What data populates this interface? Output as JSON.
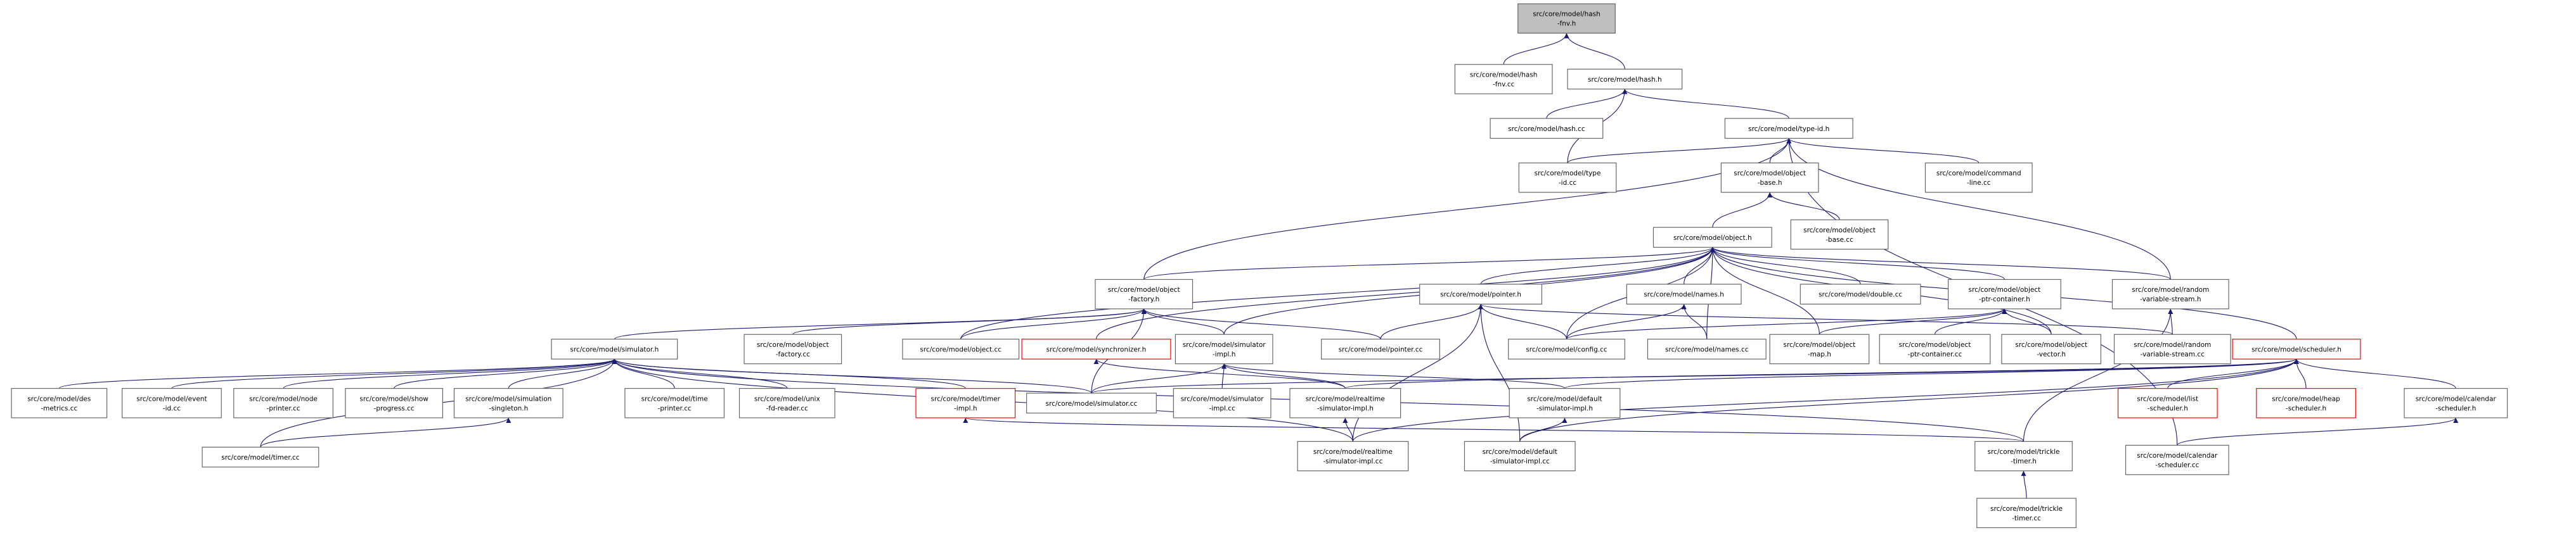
{
  "colors": {
    "edge": "#191970",
    "node_border": "#666666",
    "node_border_incomplete": "#ff0000",
    "root_fill": "#bfbfbf",
    "node_fill": "#ffffff"
  },
  "nodes": [
    {
      "id": "fnv_h",
      "lines": [
        "src/core/model/hash",
        "-fnv.h"
      ],
      "style": "root"
    },
    {
      "id": "fnv_cc",
      "lines": [
        "src/core/model/hash",
        "-fnv.cc"
      ],
      "style": "normal"
    },
    {
      "id": "hash_h",
      "lines": [
        "src/core/model/hash.h"
      ],
      "style": "normal"
    },
    {
      "id": "hash_cc",
      "lines": [
        "src/core/model/hash.cc"
      ],
      "style": "normal"
    },
    {
      "id": "typeid_h",
      "lines": [
        "src/core/model/type-id.h"
      ],
      "style": "normal"
    },
    {
      "id": "typeid_cc",
      "lines": [
        "src/core/model/type",
        "-id.cc"
      ],
      "style": "normal"
    },
    {
      "id": "objbase_h",
      "lines": [
        "src/core/model/object",
        "-base.h"
      ],
      "style": "normal"
    },
    {
      "id": "cmdline_cc",
      "lines": [
        "src/core/model/command",
        "-line.cc"
      ],
      "style": "normal"
    },
    {
      "id": "objbase_cc",
      "lines": [
        "src/core/model/object",
        "-base.cc"
      ],
      "style": "normal"
    },
    {
      "id": "object_h",
      "lines": [
        "src/core/model/object.h"
      ],
      "style": "normal"
    },
    {
      "id": "objfactory_h",
      "lines": [
        "src/core/model/object",
        "-factory.h"
      ],
      "style": "normal"
    },
    {
      "id": "pointer_h",
      "lines": [
        "src/core/model/pointer.h"
      ],
      "style": "normal"
    },
    {
      "id": "names_h",
      "lines": [
        "src/core/model/names.h"
      ],
      "style": "normal"
    },
    {
      "id": "double_cc",
      "lines": [
        "src/core/model/double.cc"
      ],
      "style": "normal"
    },
    {
      "id": "ptrcontainer_h",
      "lines": [
        "src/core/model/object",
        "-ptr-container.h"
      ],
      "style": "normal"
    },
    {
      "id": "randvar_h",
      "lines": [
        "src/core/model/random",
        "-variable-stream.h"
      ],
      "style": "normal"
    },
    {
      "id": "simulator_h",
      "lines": [
        "src/core/model/simulator.h"
      ],
      "style": "normal"
    },
    {
      "id": "objfactory_cc",
      "lines": [
        "src/core/model/object",
        "-factory.cc"
      ],
      "style": "normal"
    },
    {
      "id": "object_cc",
      "lines": [
        "src/core/model/object.cc"
      ],
      "style": "normal"
    },
    {
      "id": "synchronizer_h",
      "lines": [
        "src/core/model/synchronizer.h"
      ],
      "style": "incomplete"
    },
    {
      "id": "simimpl_h",
      "lines": [
        "src/core/model/simulator",
        "-impl.h"
      ],
      "style": "normal"
    },
    {
      "id": "pointer_cc",
      "lines": [
        "src/core/model/pointer.cc"
      ],
      "style": "normal"
    },
    {
      "id": "config_cc",
      "lines": [
        "src/core/model/config.cc"
      ],
      "style": "normal"
    },
    {
      "id": "names_cc",
      "lines": [
        "src/core/model/names.cc"
      ],
      "style": "normal"
    },
    {
      "id": "objmap_h",
      "lines": [
        "src/core/model/object",
        "-map.h"
      ],
      "style": "normal"
    },
    {
      "id": "ptrcontainer_cc",
      "lines": [
        "src/core/model/object",
        "-ptr-container.cc"
      ],
      "style": "normal"
    },
    {
      "id": "objvector_h",
      "lines": [
        "src/core/model/object",
        "-vector.h"
      ],
      "style": "normal"
    },
    {
      "id": "randvar_cc",
      "lines": [
        "src/core/model/random",
        "-variable-stream.cc"
      ],
      "style": "normal"
    },
    {
      "id": "scheduler_h",
      "lines": [
        "src/core/model/scheduler.h"
      ],
      "style": "incomplete"
    },
    {
      "id": "des_cc",
      "lines": [
        "src/core/model/des",
        "-metrics.cc"
      ],
      "style": "normal"
    },
    {
      "id": "eventid_cc",
      "lines": [
        "src/core/model/event",
        "-id.cc"
      ],
      "style": "normal"
    },
    {
      "id": "nodeprinter_cc",
      "lines": [
        "src/core/model/node",
        "-printer.cc"
      ],
      "style": "normal"
    },
    {
      "id": "showprogress_cc",
      "lines": [
        "src/core/model/show",
        "-progress.cc"
      ],
      "style": "normal"
    },
    {
      "id": "simsingleton_h",
      "lines": [
        "src/core/model/simulation",
        "-singleton.h"
      ],
      "style": "normal"
    },
    {
      "id": "timeprinter_cc",
      "lines": [
        "src/core/model/time",
        "-printer.cc"
      ],
      "style": "normal"
    },
    {
      "id": "unixfd_cc",
      "lines": [
        "src/core/model/unix",
        "-fd-reader.cc"
      ],
      "style": "normal"
    },
    {
      "id": "timerimpl_h",
      "lines": [
        "src/core/model/timer",
        "-impl.h"
      ],
      "style": "incomplete"
    },
    {
      "id": "simulator_cc",
      "lines": [
        "src/core/model/simulator.cc"
      ],
      "style": "normal"
    },
    {
      "id": "simimpl_cc",
      "lines": [
        "src/core/model/simulator",
        "-impl.cc"
      ],
      "style": "normal"
    },
    {
      "id": "rtsimimpl_h",
      "lines": [
        "src/core/model/realtime",
        "-simulator-impl.h"
      ],
      "style": "normal"
    },
    {
      "id": "defsimimpl_h",
      "lines": [
        "src/core/model/default",
        "-simulator-impl.h"
      ],
      "style": "normal"
    },
    {
      "id": "listsched_h",
      "lines": [
        "src/core/model/list",
        "-scheduler.h"
      ],
      "style": "incomplete"
    },
    {
      "id": "heapsched_h",
      "lines": [
        "src/core/model/heap",
        "-scheduler.h"
      ],
      "style": "incomplete"
    },
    {
      "id": "calsched_h",
      "lines": [
        "src/core/model/calendar",
        "-scheduler.h"
      ],
      "style": "normal"
    },
    {
      "id": "timer_cc",
      "lines": [
        "src/core/model/timer.cc"
      ],
      "style": "normal"
    },
    {
      "id": "rtsimimpl_cc",
      "lines": [
        "src/core/model/realtime",
        "-simulator-impl.cc"
      ],
      "style": "normal"
    },
    {
      "id": "defsimimpl_cc",
      "lines": [
        "src/core/model/default",
        "-simulator-impl.cc"
      ],
      "style": "normal"
    },
    {
      "id": "trickle_h",
      "lines": [
        "src/core/model/trickle",
        "-timer.h"
      ],
      "style": "normal"
    },
    {
      "id": "calsched_cc",
      "lines": [
        "src/core/model/calendar",
        "-scheduler.cc"
      ],
      "style": "normal"
    },
    {
      "id": "trickle_cc",
      "lines": [
        "src/core/model/trickle",
        "-timer.cc"
      ],
      "style": "normal"
    }
  ],
  "edges": [
    [
      "fnv_h",
      "fnv_cc"
    ],
    [
      "fnv_h",
      "hash_h"
    ],
    [
      "hash_h",
      "hash_cc"
    ],
    [
      "hash_h",
      "typeid_h"
    ],
    [
      "hash_h",
      "typeid_cc"
    ],
    [
      "typeid_h",
      "typeid_cc"
    ],
    [
      "typeid_h",
      "objbase_h"
    ],
    [
      "typeid_h",
      "cmdline_cc"
    ],
    [
      "typeid_h",
      "objfactory_h"
    ],
    [
      "typeid_h",
      "randvar_h"
    ],
    [
      "typeid_h",
      "calsched_cc"
    ],
    [
      "objbase_h",
      "object_h"
    ],
    [
      "objbase_h",
      "objbase_cc"
    ],
    [
      "object_h",
      "objfactory_h"
    ],
    [
      "object_h",
      "pointer_h"
    ],
    [
      "object_h",
      "names_h"
    ],
    [
      "object_h",
      "double_cc"
    ],
    [
      "object_h",
      "ptrcontainer_h"
    ],
    [
      "object_h",
      "randvar_h"
    ],
    [
      "object_h",
      "synchronizer_h"
    ],
    [
      "object_h",
      "simimpl_h"
    ],
    [
      "object_h",
      "config_cc"
    ],
    [
      "object_h",
      "names_cc"
    ],
    [
      "object_h",
      "objmap_h"
    ],
    [
      "object_h",
      "objvector_h"
    ],
    [
      "object_h",
      "scheduler_h"
    ],
    [
      "object_h",
      "object_cc"
    ],
    [
      "objfactory_h",
      "simulator_h"
    ],
    [
      "objfactory_h",
      "objfactory_cc"
    ],
    [
      "objfactory_h",
      "object_cc"
    ],
    [
      "objfactory_h",
      "simimpl_h"
    ],
    [
      "objfactory_h",
      "pointer_cc"
    ],
    [
      "objfactory_h",
      "simulator_cc"
    ],
    [
      "pointer_h",
      "pointer_cc"
    ],
    [
      "pointer_h",
      "config_cc"
    ],
    [
      "pointer_h",
      "randvar_cc"
    ],
    [
      "pointer_h",
      "rtsimimpl_cc"
    ],
    [
      "pointer_h",
      "defsimimpl_cc"
    ],
    [
      "names_h",
      "config_cc"
    ],
    [
      "names_h",
      "names_cc"
    ],
    [
      "ptrcontainer_h",
      "config_cc"
    ],
    [
      "ptrcontainer_h",
      "objmap_h"
    ],
    [
      "ptrcontainer_h",
      "ptrcontainer_cc"
    ],
    [
      "ptrcontainer_h",
      "objvector_h"
    ],
    [
      "randvar_h",
      "randvar_cc"
    ],
    [
      "randvar_h",
      "trickle_h"
    ],
    [
      "simulator_h",
      "des_cc"
    ],
    [
      "simulator_h",
      "eventid_cc"
    ],
    [
      "simulator_h",
      "nodeprinter_cc"
    ],
    [
      "simulator_h",
      "showprogress_cc"
    ],
    [
      "simulator_h",
      "simsingleton_h"
    ],
    [
      "simulator_h",
      "timeprinter_cc"
    ],
    [
      "simulator_h",
      "unixfd_cc"
    ],
    [
      "simulator_h",
      "timerimpl_h"
    ],
    [
      "simulator_h",
      "simulator_cc"
    ],
    [
      "simulator_h",
      "timer_cc"
    ],
    [
      "simulator_h",
      "rtsimimpl_cc"
    ],
    [
      "simulator_h",
      "trickle_h"
    ],
    [
      "simsingleton_h",
      "timer_cc"
    ],
    [
      "synchronizer_h",
      "rtsimimpl_h"
    ],
    [
      "simimpl_h",
      "simulator_cc"
    ],
    [
      "simimpl_h",
      "simimpl_cc"
    ],
    [
      "simimpl_h",
      "rtsimimpl_h"
    ],
    [
      "simimpl_h",
      "defsimimpl_h"
    ],
    [
      "scheduler_h",
      "simulator_cc"
    ],
    [
      "scheduler_h",
      "rtsimimpl_h"
    ],
    [
      "scheduler_h",
      "defsimimpl_h"
    ],
    [
      "scheduler_h",
      "listsched_h"
    ],
    [
      "scheduler_h",
      "heapsched_h"
    ],
    [
      "scheduler_h",
      "calsched_h"
    ],
    [
      "scheduler_h",
      "rtsimimpl_cc"
    ],
    [
      "scheduler_h",
      "defsimimpl_cc"
    ],
    [
      "timerimpl_h",
      "trickle_h"
    ],
    [
      "rtsimimpl_h",
      "rtsimimpl_cc"
    ],
    [
      "defsimimpl_h",
      "defsimimpl_cc"
    ],
    [
      "calsched_h",
      "calsched_cc"
    ],
    [
      "trickle_h",
      "trickle_cc"
    ]
  ]
}
